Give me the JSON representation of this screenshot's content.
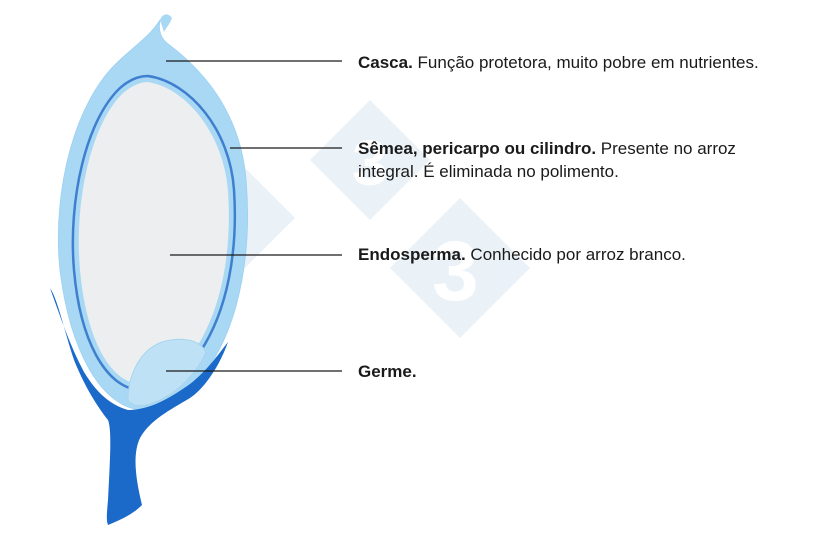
{
  "colors": {
    "husk_light": "#a9d8f4",
    "husk_mid": "#8ccaef",
    "bran_line": "#3f7fcf",
    "endosperm": "#eceef0",
    "germ": "#bfe1f5",
    "stem": "#1b6ac9",
    "leader_line": "#1a1a1a",
    "watermark": "#d9e6f2"
  },
  "watermark": {
    "icon": "333-logo-watermark"
  },
  "labels": [
    {
      "id": "casca",
      "term": "Casca.",
      "description": " Função protetora, muito pobre em nutrientes."
    },
    {
      "id": "semea",
      "term": "Sêmea, pericarpo ou cilindro.",
      "description": " Presente no arroz integral. É eliminada no polimento."
    },
    {
      "id": "endosperma",
      "term": "Endosperma.",
      "description": " Conhecido por arroz branco."
    },
    {
      "id": "germe",
      "term": "Germe.",
      "description": ""
    }
  ]
}
